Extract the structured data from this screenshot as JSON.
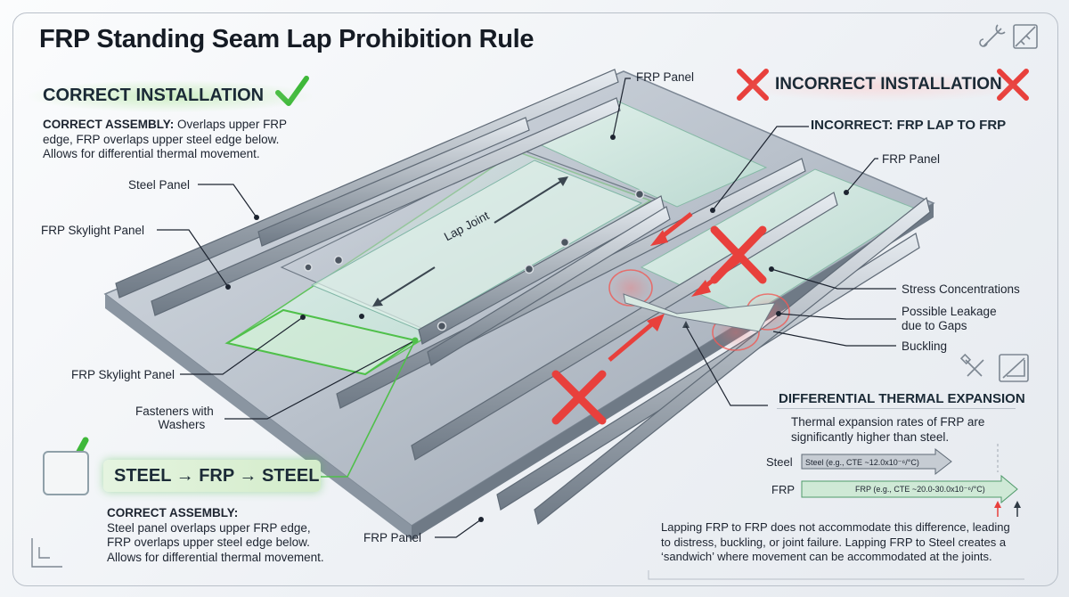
{
  "title": "FRP Standing Seam Lap Prohibition Rule",
  "correct": {
    "heading": "CORRECT INSTALLATION",
    "assembly_top_bold": "CORRECT ASSEMBLY:",
    "assembly_top_rest": " Overlaps upper FRP",
    "assembly_top_line2": "edge, FRP overlaps upper steel edge below.",
    "assembly_top_line3": "Allows for differential thermal movement.",
    "sequence": "STEEL → FRP → STEEL",
    "assembly_bottom_bold": "CORRECT ASSEMBLY:",
    "assembly_bottom_line1": "Steel panel overlaps upper FRP edge,",
    "assembly_bottom_line2": "FRP overlaps upper steel edge below.",
    "assembly_bottom_line3": "Allows for differential thermal movement."
  },
  "incorrect": {
    "heading": "INCORRECT INSTALLATION",
    "subheading": "INCORRECT: FRP LAP TO FRP"
  },
  "labels": {
    "steel_panel": "Steel Panel",
    "frp_skylight_panel_1": "FRP Skylight Panel",
    "frp_skylight_panel_2": "FRP Skylight Panel",
    "fasteners_1": "Fasteners with",
    "fasteners_2": "Washers",
    "frp_panel_top": "FRP Panel",
    "frp_panel_right": "FRP Panel",
    "frp_panel_bottom": "FRP Panel",
    "lap_joint": "Lap Joint",
    "stress": "Stress Concentrations",
    "leakage_1": "Possible Leakage",
    "leakage_2": "due to Gaps",
    "buckling": "Buckling"
  },
  "thermal": {
    "heading": "DIFFERENTIAL THERMAL EXPANSION",
    "desc_1": "Thermal expansion rates of FRP are",
    "desc_2": "significantly higher than steel.",
    "steel_label": "Steel",
    "steel_bar": "Steel (e.g., CTE ~12.0x10⁻⁶/°C)",
    "frp_label": "FRP",
    "frp_bar": "FRP (e.g., CTE ~20.0-30.0x10⁻⁶/°C)",
    "note_1": "Lapping FRP to FRP does not accommodate this difference, leading",
    "note_2": "to distress, buckling, or joint failure. Lapping FRP to Steel creates a",
    "note_3": "‘sandwich’ where movement can be accommodated at the joints."
  },
  "colors": {
    "correct_green": "#3fb83a",
    "incorrect_red": "#e8403c",
    "steel": "#a9b2bd",
    "frp": "#cfe9d6"
  },
  "icons": [
    "check-icon",
    "cross-icon",
    "tools-icon",
    "ruler-icon",
    "hammer-wrench-icon",
    "ruler-triangle-icon",
    "corner-bracket-icon"
  ]
}
